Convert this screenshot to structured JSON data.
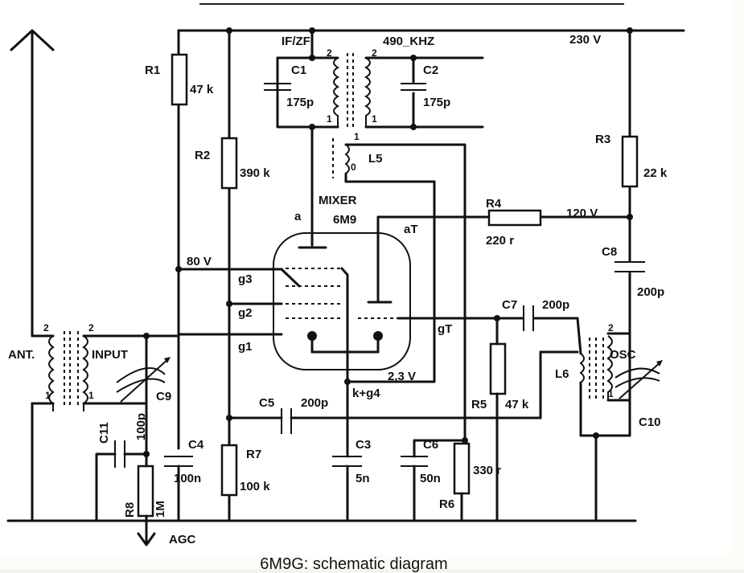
{
  "caption": "6M9G: schematic diagram",
  "labels": {
    "if_zf": "IF/ZF",
    "freq": "490_KHZ",
    "b230": "230 V",
    "b120": "120 V",
    "b80": "80 V",
    "v23": "2,3 V",
    "r1": "R1",
    "r1v": "47 k",
    "r2": "R2",
    "r2v": "390 k",
    "r3": "R3",
    "r3v": "22 k",
    "r4": "R4",
    "r4v": "220 r",
    "r5": "R5",
    "r5v": "47 k",
    "r6": "R6",
    "r6v": "330 r",
    "r7": "R7",
    "r7v": "100 k",
    "r8": "R8",
    "r8v": "1M",
    "c1": "C1",
    "c1v": "175p",
    "c2": "C2",
    "c2v": "175p",
    "c3": "C3",
    "c3v": "5n",
    "c4": "C4",
    "c4v": "100n",
    "c5": "C5",
    "c5v": "200p",
    "c6": "C6",
    "c6v": "50n",
    "c7": "C7",
    "c7v": "200p",
    "c8": "C8",
    "c8v": "200p",
    "c9": "C9",
    "c10": "C10",
    "c11": "C11",
    "c11v": "100p",
    "l5": "L5",
    "l6": "L6",
    "mixer": "MIXER",
    "tube": "6M9",
    "pin_a": "a",
    "pin_at": "aT",
    "pin_gt": "gT",
    "g1": "g1",
    "g2": "g2",
    "g3": "g3",
    "kg4": "k+g4",
    "ant": "ANT.",
    "input": "INPUT",
    "osc": "OSC",
    "agc": "AGC",
    "n1": "1",
    "n2": "2",
    "n0": "0"
  }
}
